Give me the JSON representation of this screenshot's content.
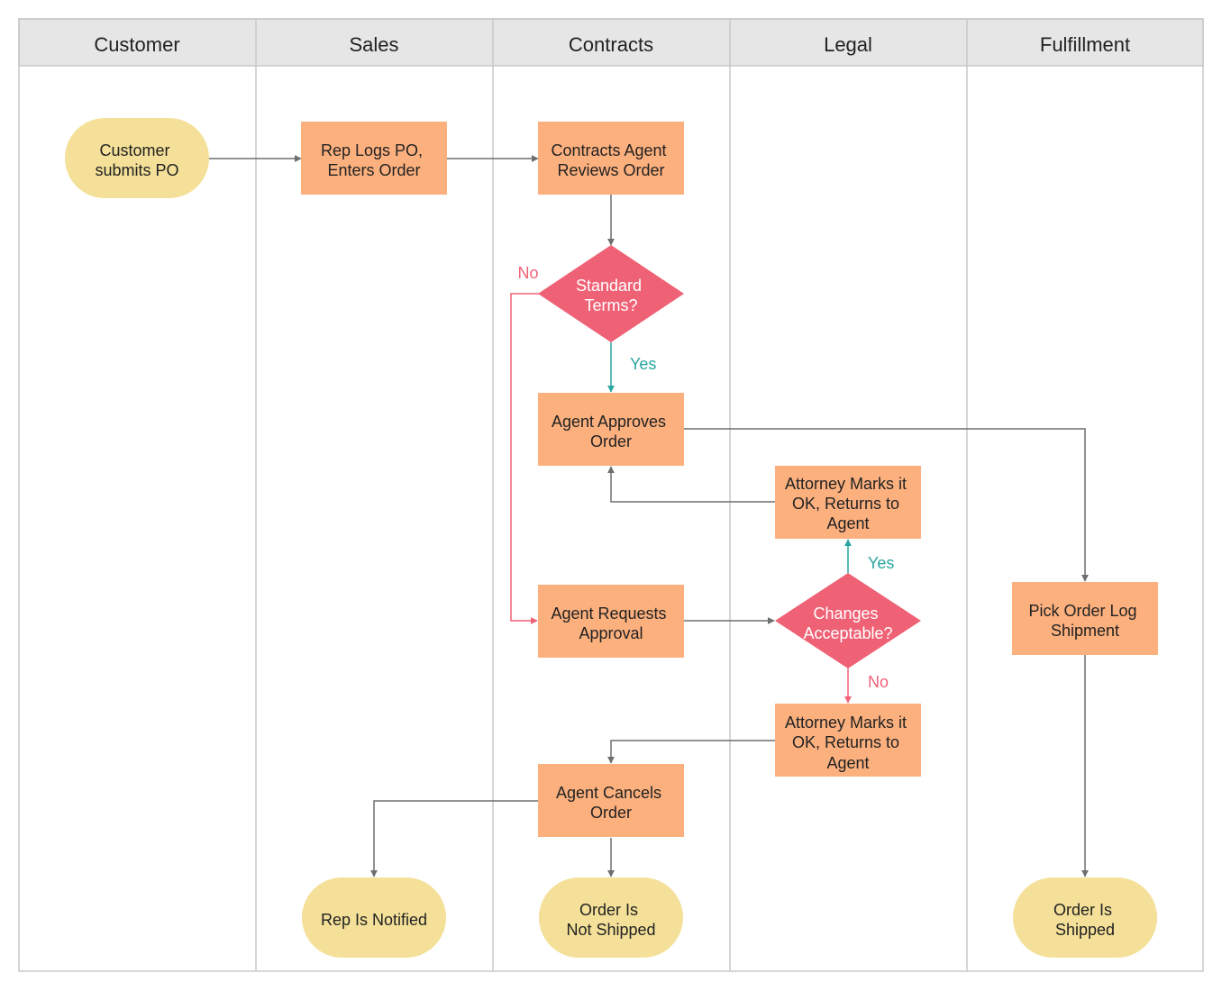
{
  "colors": {
    "header_bg": "#e6e6e6",
    "lane_border": "#c8c8c8",
    "process": "#fcb07e",
    "terminal": "#f4e098",
    "decision": "#ef6276",
    "edge": "#6e6e6e",
    "yes": "#2aa5a0",
    "no": "#ef6276"
  },
  "lanes": [
    "Customer",
    "Sales",
    "Contracts",
    "Legal",
    "Fulfillment"
  ],
  "nodes": {
    "customer_submits_po": {
      "lines": [
        "Customer",
        "submits PO"
      ],
      "kind": "terminal"
    },
    "rep_logs_po": {
      "lines": [
        "Rep Logs PO,",
        "Enters Order"
      ],
      "kind": "process"
    },
    "contracts_agent_reviews": {
      "lines": [
        "Contracts Agent",
        "Reviews Order"
      ],
      "kind": "process"
    },
    "standard_terms": {
      "lines": [
        "Standard",
        "Terms?"
      ],
      "kind": "decision"
    },
    "agent_approves": {
      "lines": [
        "Agent Approves",
        "Order"
      ],
      "kind": "process"
    },
    "attorney_ok_1": {
      "lines": [
        "Attorney Marks it",
        "OK, Returns to",
        "Agent"
      ],
      "kind": "process"
    },
    "agent_requests": {
      "lines": [
        "Agent Requests",
        "Approval"
      ],
      "kind": "process"
    },
    "changes_acceptable": {
      "lines": [
        "Changes",
        "Acceptable?"
      ],
      "kind": "decision"
    },
    "attorney_ok_2": {
      "lines": [
        "Attorney Marks it",
        "OK, Returns to",
        "Agent"
      ],
      "kind": "process"
    },
    "agent_cancels": {
      "lines": [
        "Agent Cancels",
        "Order"
      ],
      "kind": "process"
    },
    "pick_order": {
      "lines": [
        "Pick Order Log",
        "Shipment"
      ],
      "kind": "process"
    },
    "rep_notified": {
      "lines": [
        "Rep Is Notified"
      ],
      "kind": "terminal"
    },
    "order_not_shipped": {
      "lines": [
        "Order Is",
        "Not Shipped"
      ],
      "kind": "terminal"
    },
    "order_shipped": {
      "lines": [
        "Order Is",
        "Shipped"
      ],
      "kind": "terminal"
    }
  },
  "edge_labels": {
    "standard_no": "No",
    "standard_yes": "Yes",
    "changes_yes": "Yes",
    "changes_no": "No"
  }
}
